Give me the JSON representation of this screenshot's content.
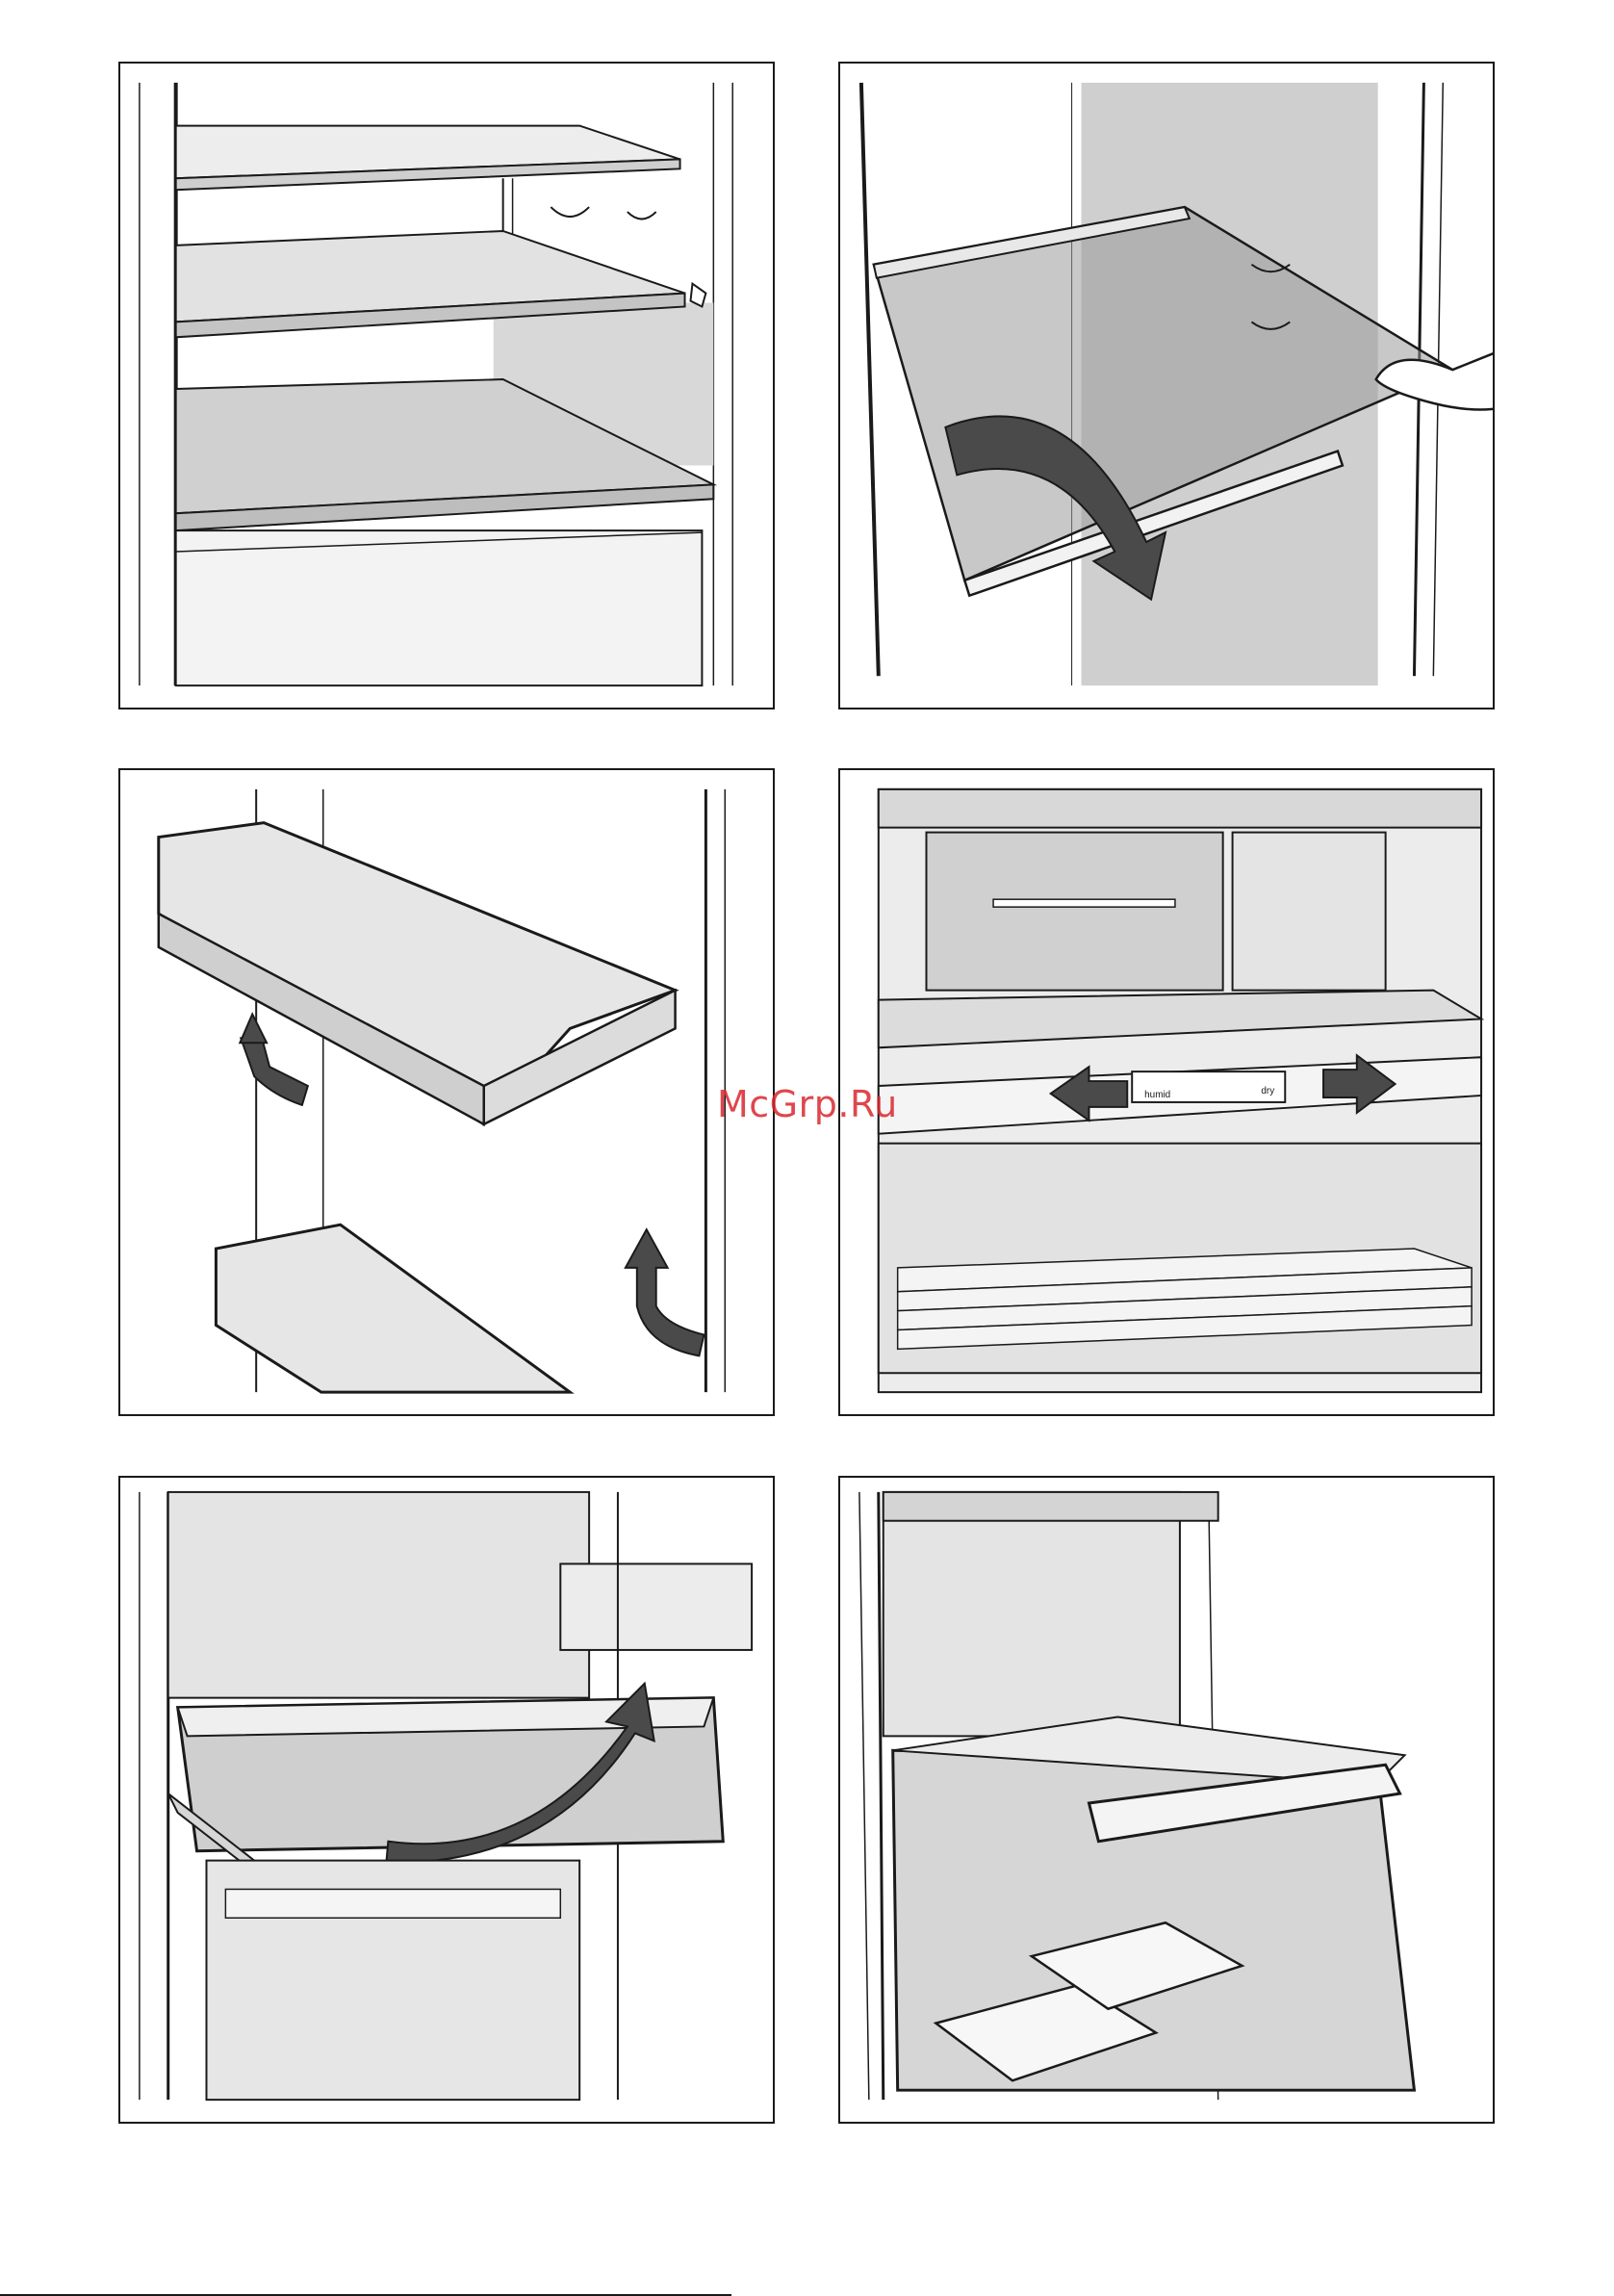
{
  "watermark": {
    "text": "McGrp.Ru"
  },
  "panels": [
    {
      "name": "shelf-positions-illustration"
    },
    {
      "name": "remove-glass-shelf-illustration"
    },
    {
      "name": "remove-door-rack-illustration"
    },
    {
      "name": "humidity-slider-illustration",
      "slider_label_left": "humid",
      "slider_label_right": "dry"
    },
    {
      "name": "remove-vegetable-drawer-illustration"
    },
    {
      "name": "freezer-drawer-ice-packs-illustration"
    }
  ],
  "colors": {
    "line": "#1a1a1a",
    "fill_light": "#e6e6e6",
    "fill_mid": "#cfcfcf",
    "fill_dark": "#b8b8b8",
    "arrow": "#4a4a4a",
    "watermark": "#d9282f"
  }
}
